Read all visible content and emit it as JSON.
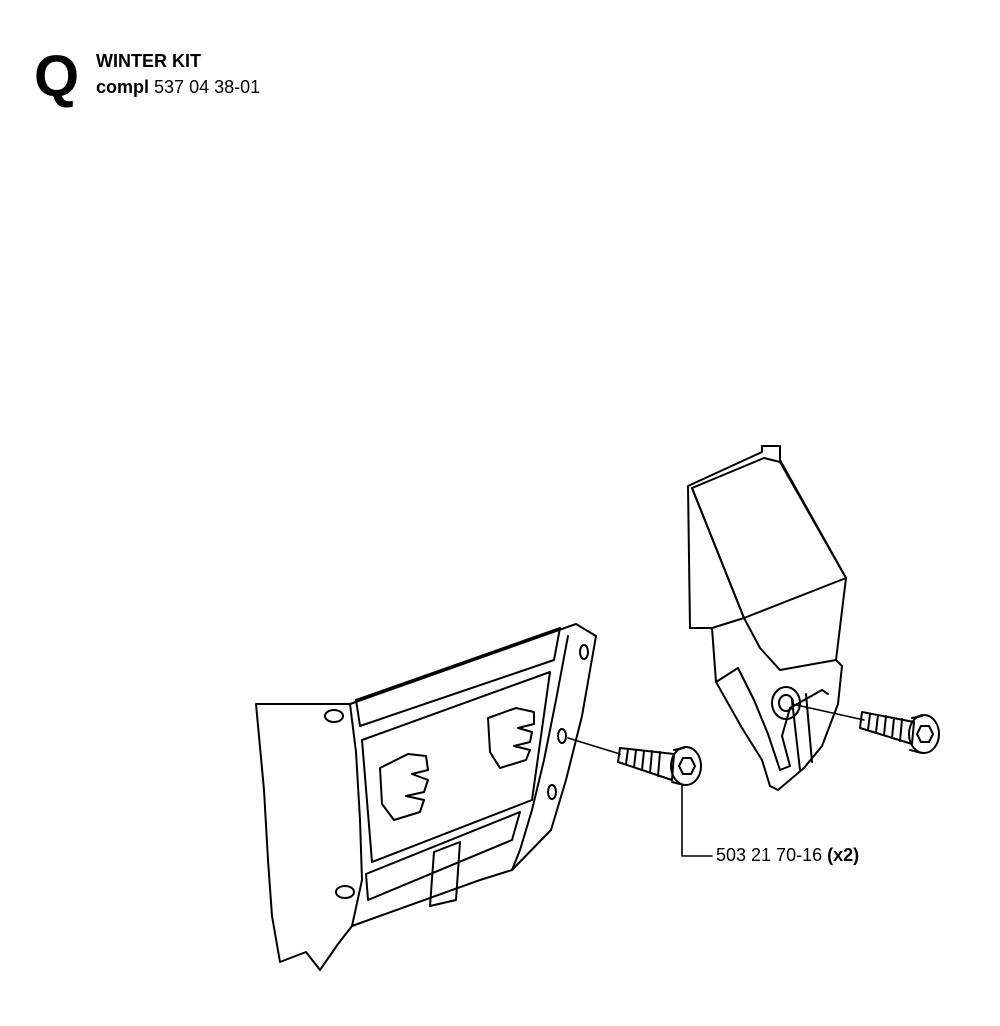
{
  "header": {
    "section_letter": "Q",
    "title": "WINTER KIT",
    "compl_label": "compl",
    "part_number": "537 04 38-01"
  },
  "callouts": [
    {
      "part_number": "503 21 70-16",
      "qty": "(x2)"
    }
  ]
}
